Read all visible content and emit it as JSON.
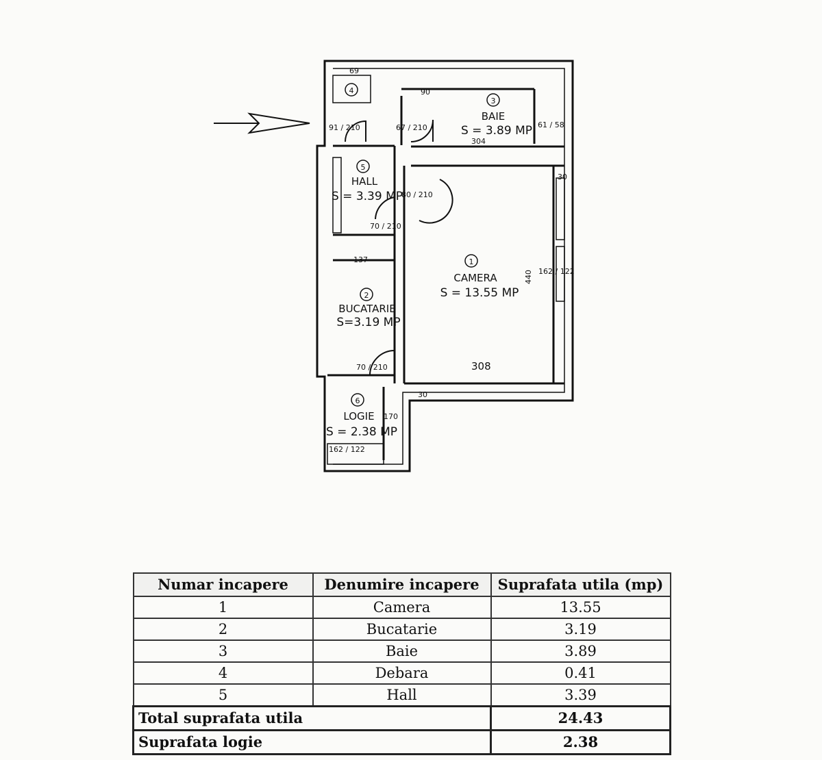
{
  "plan": {
    "entrance_arrow_icon": "right-arrow-icon",
    "rooms": [
      {
        "number": "1",
        "name": "CAMERA",
        "area": "S = 13.55 MP"
      },
      {
        "number": "2",
        "name": "BUCATARIE",
        "area": "S=3.19 MP"
      },
      {
        "number": "3",
        "name": "BAIE",
        "area": "S = 3.89 MP"
      },
      {
        "number": "4",
        "name": "",
        "area": ""
      },
      {
        "number": "5",
        "name": "HALL",
        "area": "S = 3.39 MP"
      },
      {
        "number": "6",
        "name": "LOGIE",
        "area": "S = 2.38 MP"
      }
    ],
    "dimensions": {
      "d69": "69",
      "d90": "90",
      "d91_210": "91 / 210",
      "d67_210": "67 / 210",
      "d61_58": "61 / 58",
      "d304": "304",
      "d30_right": "30",
      "d80_210": "80 / 210",
      "d70_210_hall": "70 / 210",
      "d137": "137",
      "d440": "440",
      "d162_122": "162 / 122",
      "d308": "308",
      "d70_210_kitchen": "70 / 210",
      "d30_bottom": "30",
      "d170": "170",
      "d162_122_logie": "162 / 122"
    }
  },
  "table": {
    "headers": [
      "Numar incapere",
      "Denumire incapere",
      "Suprafata utila (mp)"
    ],
    "rows": [
      [
        "1",
        "Camera",
        "13.55"
      ],
      [
        "2",
        "Bucatarie",
        "3.19"
      ],
      [
        "3",
        "Baie",
        "3.89"
      ],
      [
        "4",
        "Debara",
        "0.41"
      ],
      [
        "5",
        "Hall",
        "3.39"
      ]
    ],
    "totals": [
      {
        "label": "Total suprafata utila",
        "value": "24.43"
      },
      {
        "label": "Suprafata logie",
        "value": "2.38"
      }
    ]
  }
}
